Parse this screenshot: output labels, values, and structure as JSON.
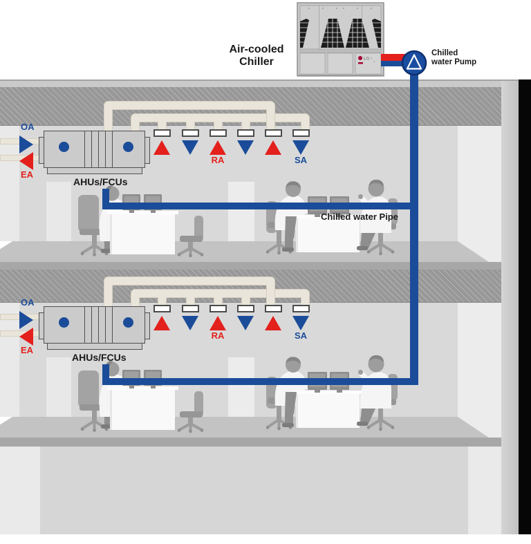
{
  "chiller": {
    "label_line1": "Air-cooled",
    "label_line2": "Chiller",
    "brand": "LG"
  },
  "pump": {
    "label_line1": "Chilled",
    "label_line2": "water Pump"
  },
  "pipe_label": "Chilled water Pipe",
  "floors": [
    {
      "oa": "OA",
      "ea": "EA",
      "ra": "RA",
      "sa": "SA",
      "ahu": "AHUs/FCUs"
    },
    {
      "oa": "OA",
      "ea": "EA",
      "ra": "RA",
      "sa": "SA",
      "ahu": "AHUs/FCUs"
    }
  ],
  "legend": {
    "oa_meaning": "OA",
    "ea_meaning": "EA",
    "ra_meaning": "RA",
    "sa_meaning": "SA"
  },
  "colors": {
    "water_blue": "#1b4c99",
    "supply_red": "#e3201c",
    "duct_cream": "#eae5da",
    "lg_brand_red": "#a50034",
    "slab_gray": "#9a9a9a"
  }
}
